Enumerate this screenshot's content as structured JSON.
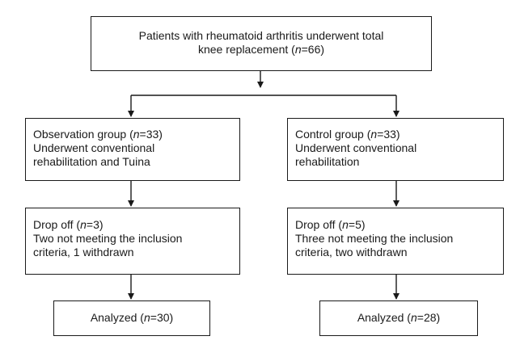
{
  "flowchart": {
    "top": {
      "line1": "Patients with rheumatoid arthritis underwent total",
      "line2_prefix": "knee replacement (",
      "n_symbol": "n",
      "line2_suffix": "=66)"
    },
    "observation": {
      "line1_prefix": "Observation group (",
      "n_symbol": "n",
      "line1_suffix": "=33)",
      "line2": "Underwent conventional",
      "line3": "rehabilitation and Tuina"
    },
    "control": {
      "line1_prefix": "Control group (",
      "n_symbol": "n",
      "line1_suffix": "=33)",
      "line2": "Underwent conventional",
      "line3": "rehabilitation"
    },
    "drop_left": {
      "line1_prefix": "Drop off (",
      "n_symbol": "n",
      "line1_suffix": "=3)",
      "line2": "Two not meeting the inclusion",
      "line3": "criteria, 1 withdrawn"
    },
    "drop_right": {
      "line1_prefix": "Drop off (",
      "n_symbol": "n",
      "line1_suffix": "=5)",
      "line2": "Three not meeting the inclusion",
      "line3": "criteria, two withdrawn"
    },
    "analyzed_left": {
      "prefix": "Analyzed (",
      "n_symbol": "n",
      "suffix": "=30)"
    },
    "analyzed_right": {
      "prefix": "Analyzed (",
      "n_symbol": "n",
      "suffix": "=28)"
    }
  },
  "colors": {
    "stroke": "#1a1a1a",
    "background": "#ffffff"
  }
}
